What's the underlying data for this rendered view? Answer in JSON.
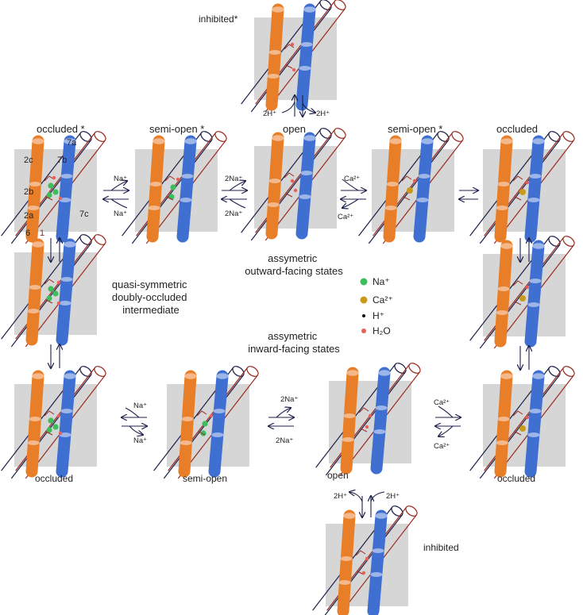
{
  "colors": {
    "orange": "#E87E28",
    "orange_light": "#F5B88A",
    "blue": "#3F6FD1",
    "blue_light": "#9DB6EA",
    "outline_dark": "#1d1f4a",
    "outline_red": "#9a2a1f",
    "box_gray": "#cfcfcf",
    "arrow": "#1d1f4a",
    "na": "#3DBE5C",
    "ca": "#C99A1A",
    "h": "#111111",
    "water": "#E8605A"
  },
  "states": {
    "top_inhibited": "inhibited*",
    "occluded_out": "occluded *",
    "semi_open_out_na": "semi-open *",
    "open_out": "open",
    "semi_open_out_ca": "semi-open *",
    "occluded_out_ca": "occluded",
    "quasi": "quasi-symmetric\ndoubly-occluded\nintermediate",
    "occluded_in_na": "occluded",
    "semi_open_in": "semi-open",
    "open_in": "open",
    "occluded_in_ca": "occluded",
    "bottom_inhibited": "inhibited"
  },
  "group_labels": {
    "outward": "assymetric\noutward-facing states",
    "inward": "assymetric\ninward-facing states"
  },
  "helix_labels": [
    "2c",
    "2b",
    "2a",
    "7a",
    "7b",
    "7c",
    "6",
    "1"
  ],
  "legend": [
    {
      "label": "Na⁺",
      "color_key": "na"
    },
    {
      "label": "Ca²⁺",
      "color_key": "ca"
    },
    {
      "label": "H⁺",
      "color_key": "h"
    },
    {
      "label": "H₂O",
      "color_key": "water"
    }
  ],
  "transitions": {
    "top_in": "2H⁺",
    "top_out": "2H⁺",
    "na1_fwd": "Na⁺",
    "na1_rev": "Na⁺",
    "na2_fwd": "2Na⁺",
    "na2_rev": "2Na⁺",
    "ca1_fwd": "Ca²⁺",
    "ca1_rev": "Ca²⁺",
    "in_na1_fwd": "Na⁺",
    "in_na1_rev": "Na⁺",
    "in_na2_fwd": "2Na⁺",
    "in_na2_rev": "2Na⁺",
    "in_ca_fwd": "Ca²⁺",
    "in_ca_rev": "Ca²⁺",
    "bot_out": "2H⁺",
    "bot_in": "2H⁺"
  }
}
